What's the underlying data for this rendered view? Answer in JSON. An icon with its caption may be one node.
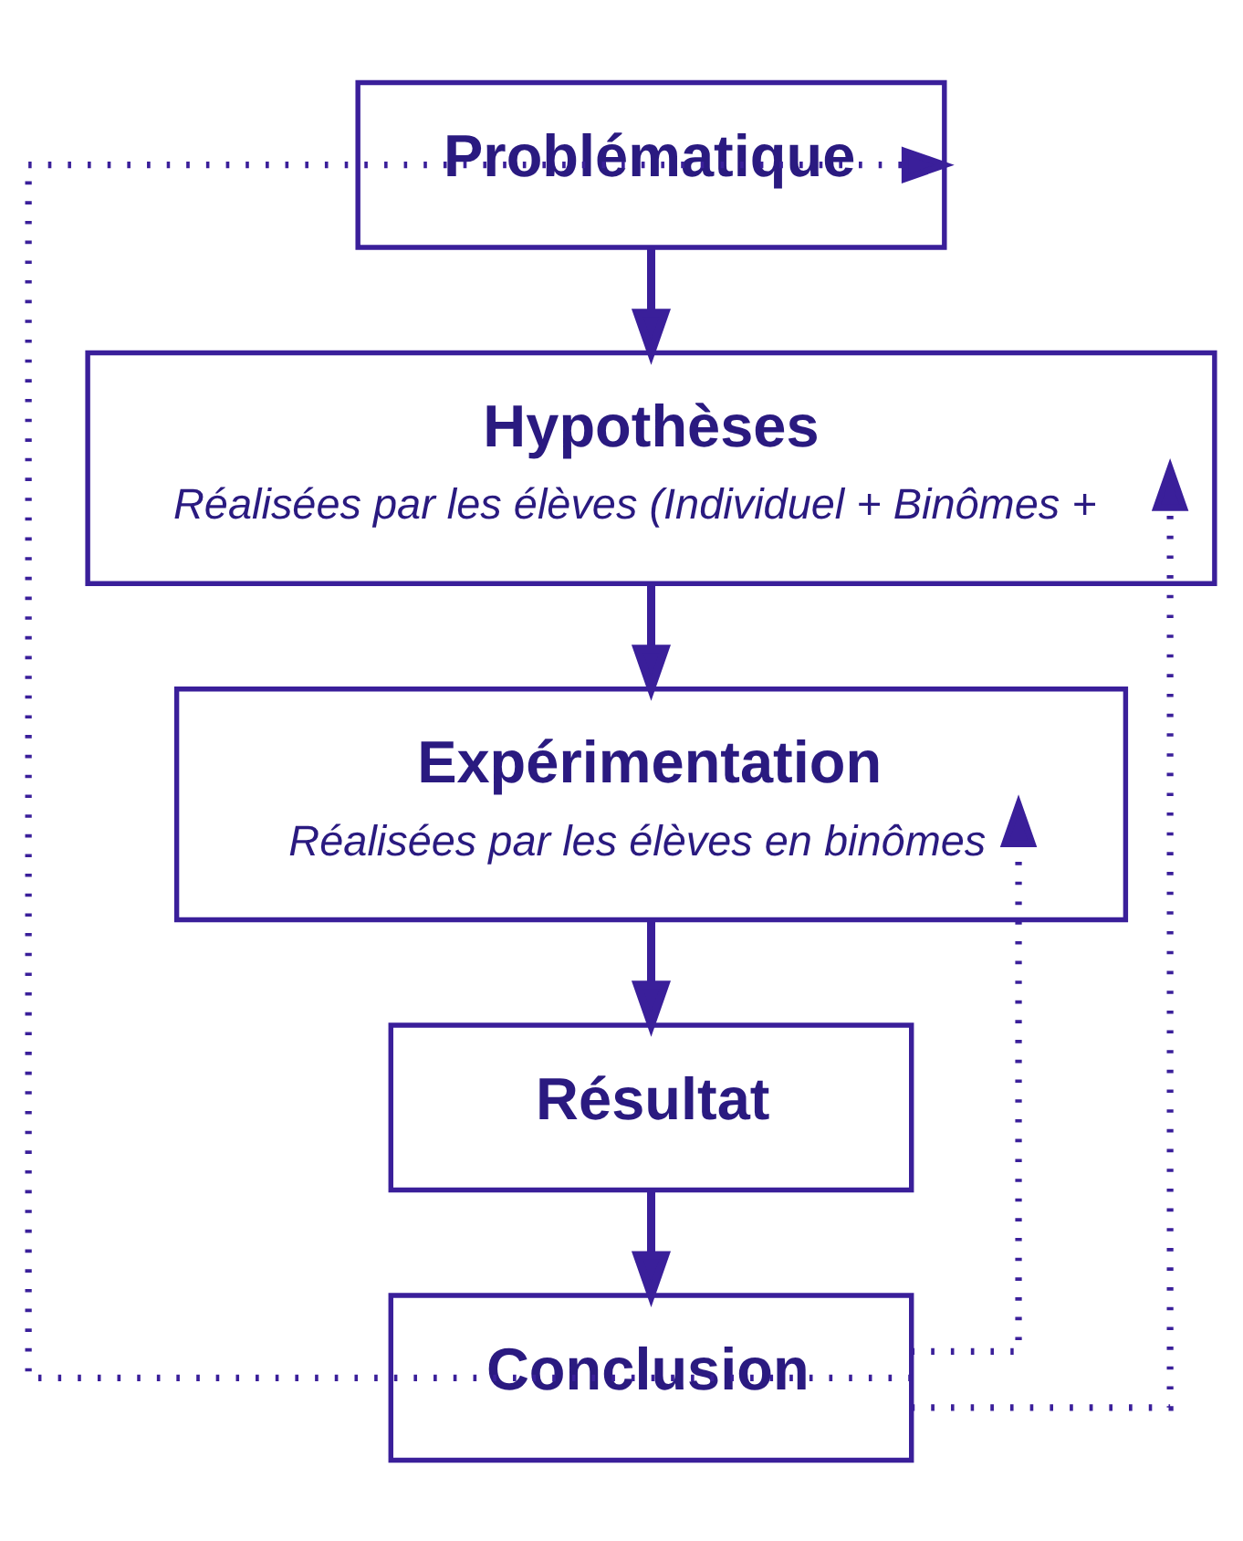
{
  "diagram": {
    "nodes": [
      {
        "text": [
          "Problématique"
        ]
      },
      {
        "text": [
          "Hypothèses",
          "Réalisées par les élèves (Individuel + Binômes +"
        ]
      },
      {
        "text": [
          "Expérimentation",
          "Réalisées par les élèves en binômes"
        ]
      },
      {
        "text": [
          "Résultat"
        ]
      },
      {
        "text": [
          "Conclusion"
        ]
      }
    ],
    "edges": [
      {
        "from": 0,
        "to": 1,
        "arrow": "to"
      },
      {
        "from": 1,
        "to": 2,
        "arrow": "to"
      },
      {
        "from": 2,
        "to": 3,
        "arrow": "to"
      },
      {
        "from": 3,
        "to": 4,
        "arrow": "to"
      },
      {
        "from": 4,
        "to": 0,
        "arrow": "to",
        "style": "dashed"
      },
      {
        "from": 4,
        "to": 1,
        "arrow": "to",
        "style": "dashed"
      },
      {
        "from": 4,
        "to": 2,
        "arrow": "to",
        "style": "dashed"
      }
    ]
  }
}
